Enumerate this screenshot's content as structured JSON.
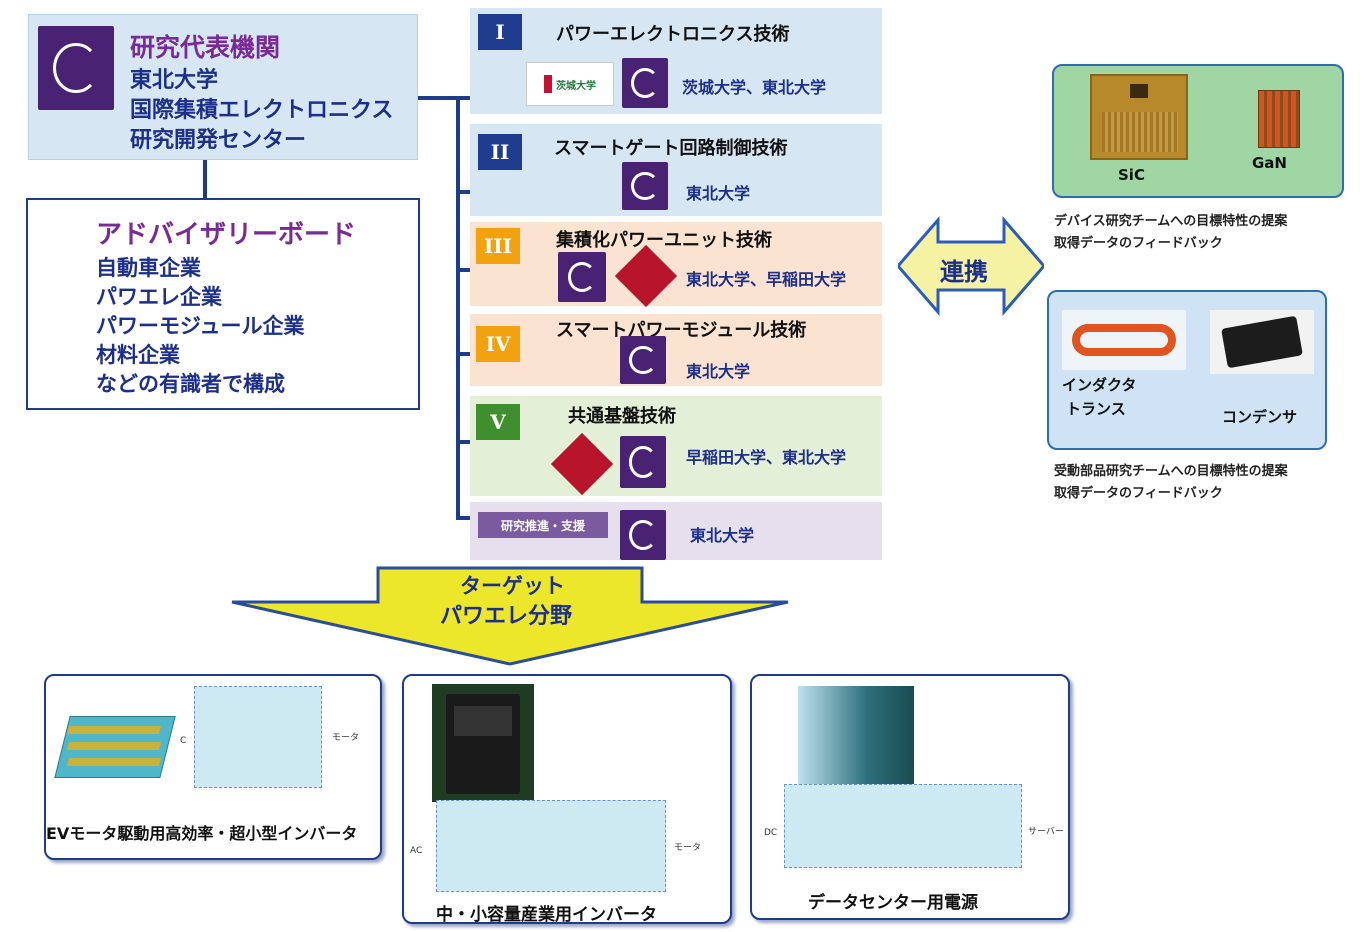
{
  "representative": {
    "heading": "研究代表機関",
    "lines": [
      "東北大学",
      "国際集積エレクトロニクス",
      "研究開発センター"
    ]
  },
  "advisory": {
    "heading": "アドバイザリーボード",
    "lines": [
      "自動車企業",
      "パワエレ企業",
      "パワーモジュール企業",
      "材料企業",
      "などの有識者で構成"
    ]
  },
  "tech": [
    {
      "num": "I",
      "title": "パワーエレクトロニクス技術",
      "inst": "茨城大学、東北大学",
      "logo_text": "茨城大学"
    },
    {
      "num": "II",
      "title": "スマートゲート回路制御技術",
      "inst": "東北大学"
    },
    {
      "num": "III",
      "title": "集積化パワーユニット技術",
      "inst": "東北大学、早稲田大学"
    },
    {
      "num": "IV",
      "title": "スマートパワーモジュール技術",
      "inst": "東北大学"
    },
    {
      "num": "V",
      "title": "共通基盤技術",
      "inst": "早稲田大学、東北大学"
    },
    {
      "tag": "研究推進・支援",
      "inst": "東北大学"
    }
  ],
  "link_label": "連携",
  "device": {
    "labels": [
      "SiC",
      "GaN"
    ],
    "note": [
      "デバイス研究チームへの目標特性の提案",
      "取得データのフィードバック"
    ]
  },
  "passive": {
    "labels": [
      "インダクタ",
      "トランス",
      "コンデンサ"
    ],
    "note": [
      "受動部品研究チームへの目標特性の提案",
      "取得データのフィードバック"
    ]
  },
  "target": {
    "lines": [
      "ターゲット",
      "パワエレ分野"
    ]
  },
  "cards": [
    {
      "label": "EVモータ駆動用高効率・超小型インバータ",
      "left": "C",
      "right": "モータ"
    },
    {
      "label": "中・小容量産業用インバータ",
      "left": "AC",
      "right": "モータ"
    },
    {
      "label": "データセンター用電源",
      "left": "DC",
      "right": "サーバー"
    }
  ],
  "colors": {
    "navy": "#1f3b8c",
    "purple": "#4a2274",
    "orange": "#f2a20f",
    "green": "#3f8f2f",
    "arrow": "#ece72a"
  }
}
